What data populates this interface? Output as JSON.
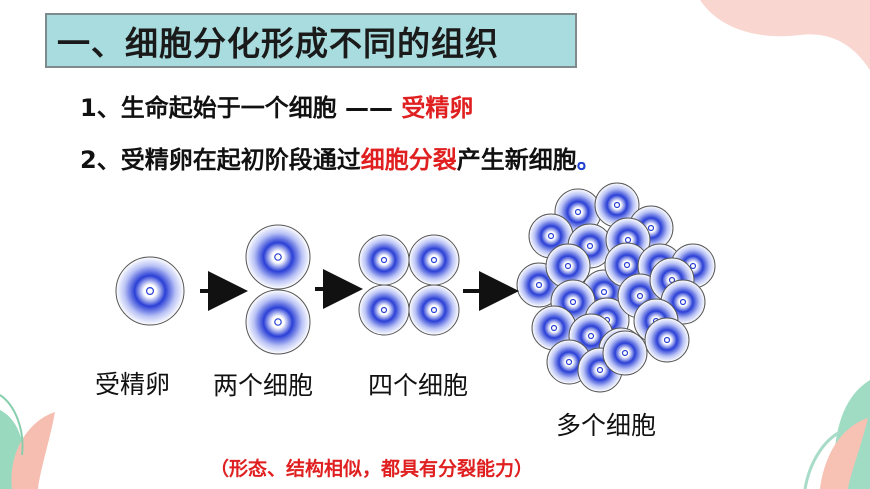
{
  "title": "一、细胞分化形成不同的组织",
  "point1": {
    "prefix": "1、生命起始于一个细胞 —— ",
    "highlight": "受精卵"
  },
  "point2": {
    "prefix": "2、受精卵在起初阶段通过",
    "highlight": "细胞分裂",
    "suffix": "产生新细胞",
    "dot": "。"
  },
  "labels": {
    "zygote": "受精卵",
    "two_cells": "两个细胞",
    "four_cells": "四个细胞",
    "many_cells": "多个细胞"
  },
  "note": "（形态、结构相似，都具有分裂能力）",
  "colors": {
    "title_bg": "#a9dcdf",
    "highlight_red": "#e02020",
    "cell_blue": "#2a3fd6",
    "accent_pink": "#f8cfc8",
    "leaf_green": "#8fd7b9"
  }
}
